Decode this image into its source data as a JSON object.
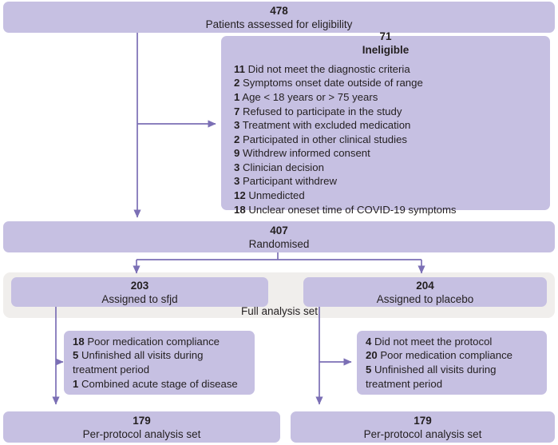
{
  "diagram": {
    "title": "CONSORT participant flow diagram",
    "colors": {
      "box_fill": "#c6c0e2",
      "band_fill": "#f0eeec",
      "connector": "#7b6fb5",
      "text": "#231f20"
    },
    "enrollment": {
      "count": "478",
      "label": "Patients assessed for eligibility"
    },
    "ineligible": {
      "count": "71",
      "label": "Ineligible",
      "reasons": [
        {
          "n": "11",
          "text": "Did not meet the diagnostic criteria"
        },
        {
          "n": "2",
          "text": "Symptoms onset date outside of range"
        },
        {
          "n": "1",
          "text": "Age < 18 years or  > 75 years"
        },
        {
          "n": "7",
          "text": "Refused to participate in the study"
        },
        {
          "n": "3",
          "text": "Treatment with excluded medication"
        },
        {
          "n": "2",
          "text": "Participated in other clinical studies"
        },
        {
          "n": "9",
          "text": "Withdrew informed consent"
        },
        {
          "n": "3",
          "text": "Clinician decision"
        },
        {
          "n": "3",
          "text": "Participant withdrew"
        },
        {
          "n": "12",
          "text": "Unmedicted"
        },
        {
          "n": "18",
          "text": "Unclear oneset time of COVID-19 symptoms"
        }
      ]
    },
    "randomised": {
      "count": "407",
      "label": "Randomised"
    },
    "full_analysis_set_label": "Full analysis set",
    "arms": {
      "left": {
        "assigned": {
          "count": "203",
          "label": "Assigned to sfjd"
        },
        "exclusions": [
          {
            "n": "18",
            "text": "Poor medication compliance"
          },
          {
            "n": "5",
            "text": "Unfinished all visits during treatment period"
          },
          {
            "n": "1",
            "text": "Combined acute stage of disease"
          }
        ],
        "per_protocol": {
          "count": "179",
          "label": "Per-protocol analysis set"
        }
      },
      "right": {
        "assigned": {
          "count": "204",
          "label": "Assigned to placebo"
        },
        "exclusions": [
          {
            "n": "4",
            "text": "Did not meet the protocol"
          },
          {
            "n": "20",
            "text": "Poor medication compliance"
          },
          {
            "n": "5",
            "text": "Unfinished all visits during treatment period"
          }
        ],
        "per_protocol": {
          "count": "179",
          "label": "Per-protocol analysis set"
        }
      }
    }
  }
}
